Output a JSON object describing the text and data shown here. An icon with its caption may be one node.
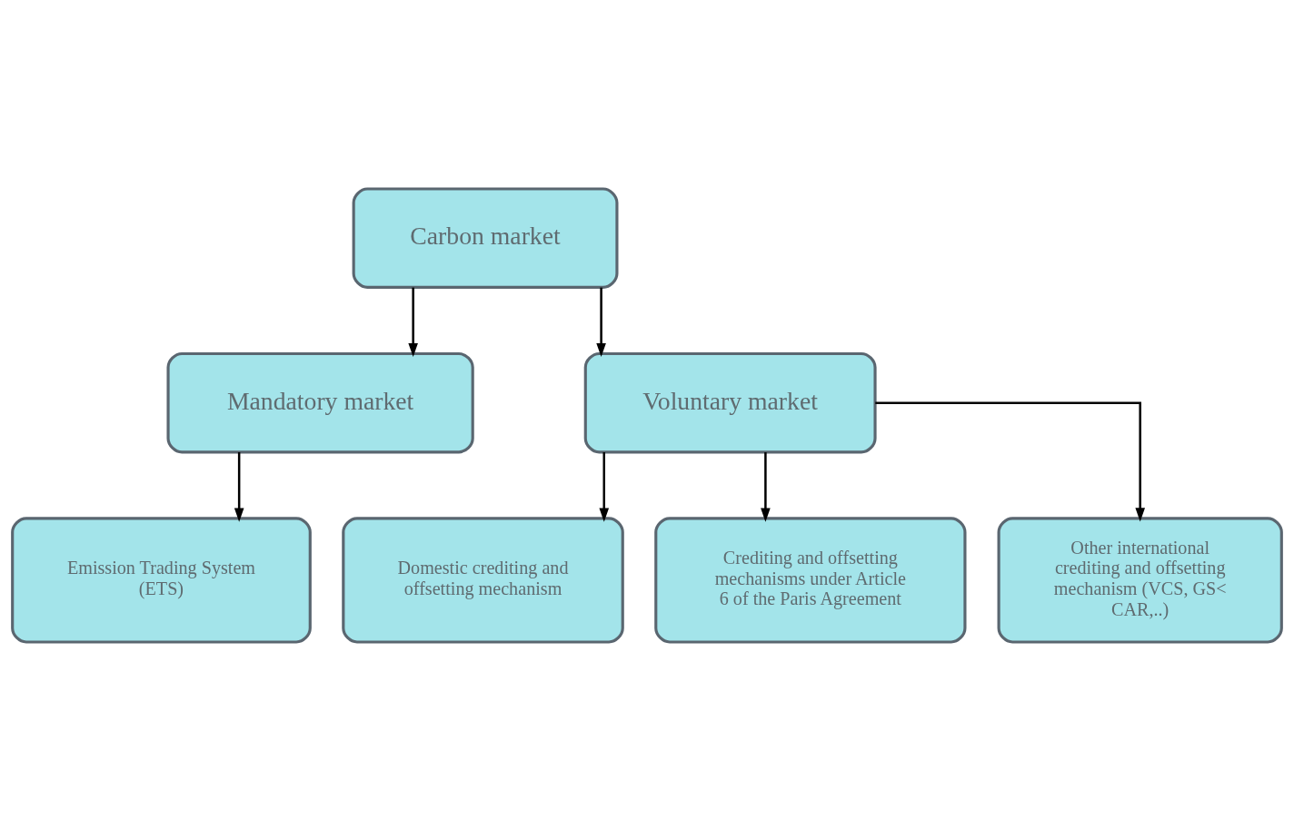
{
  "diagram": {
    "nodes": [
      {
        "text": [
          "Carbon market"
        ]
      },
      {
        "text": [
          "Mandatory market"
        ]
      },
      {
        "text": [
          "Voluntary market"
        ]
      },
      {
        "text": [
          "Emission Trading System (ETS)"
        ]
      },
      {
        "text": [
          "Domestic crediting and offsetting mechanism"
        ]
      },
      {
        "text": [
          "Crediting and offsetting mechanisms under Article 6 of the Paris Agreement"
        ]
      },
      {
        "text": [
          "Other international crediting and offsetting mechanism (VCS, GS< CAR,..)"
        ]
      }
    ],
    "edges": [
      {
        "from": 0,
        "to": 1,
        "arrow": "to"
      },
      {
        "from": 0,
        "to": 2,
        "arrow": "to"
      },
      {
        "from": 1,
        "to": 3,
        "arrow": "to"
      },
      {
        "from": 2,
        "to": 4,
        "arrow": "to"
      },
      {
        "from": 2,
        "to": 5,
        "arrow": "to"
      },
      {
        "from": 2,
        "to": 6,
        "arrow": "to"
      }
    ]
  }
}
